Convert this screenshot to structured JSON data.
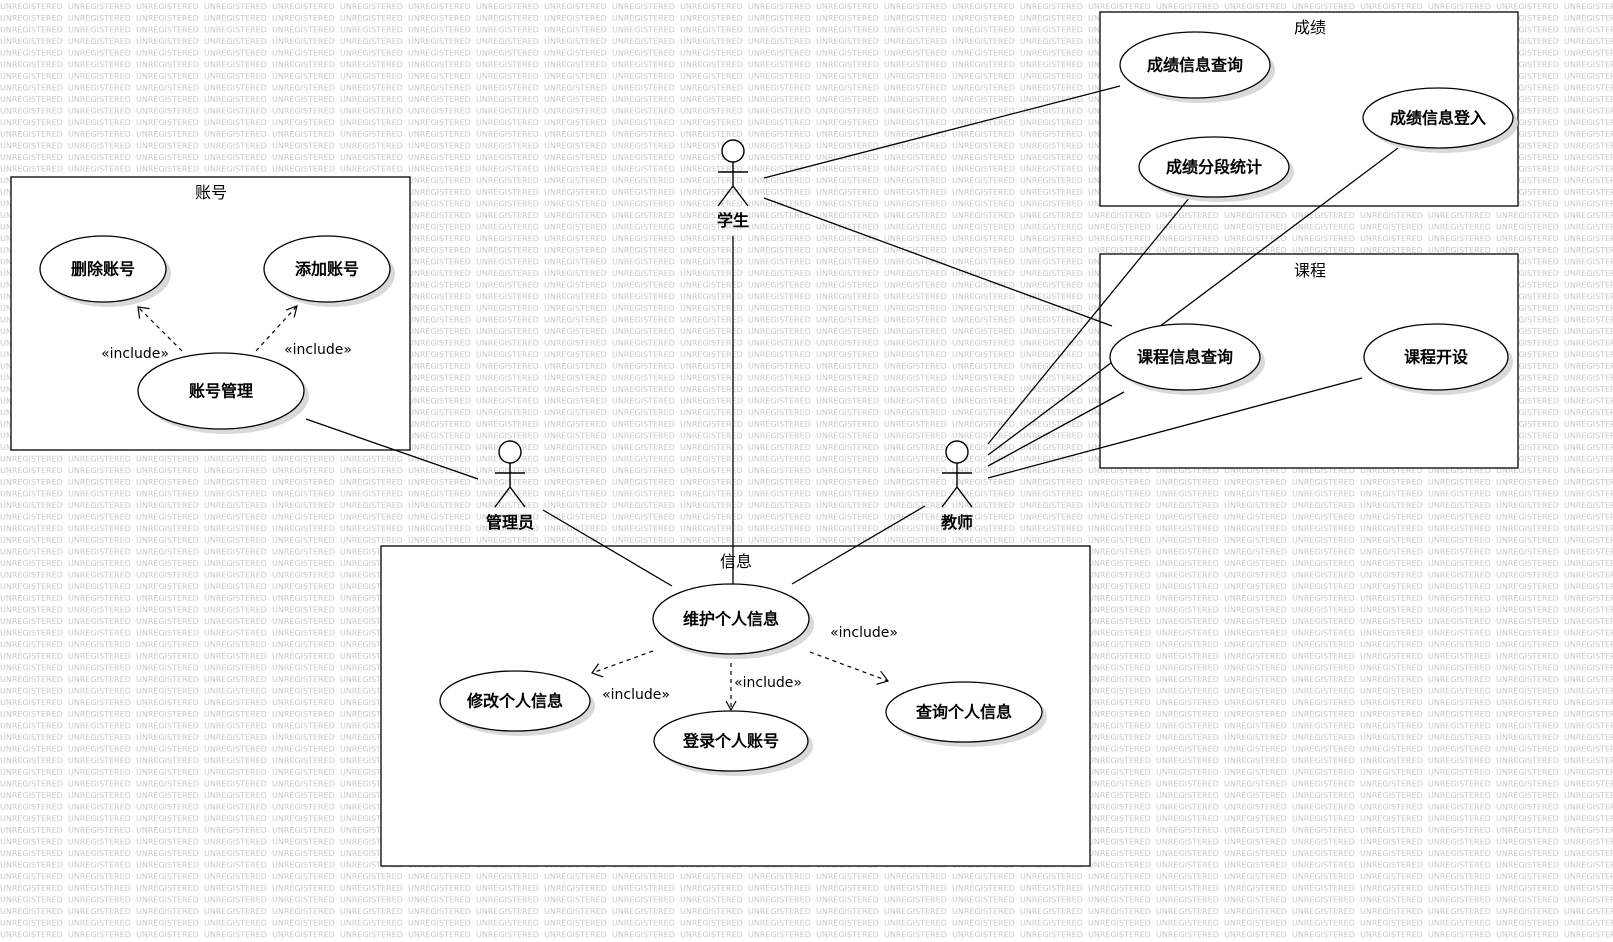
{
  "watermark": {
    "text": "UNREGISTERED",
    "color": "#c8c8c8"
  },
  "packages": {
    "chengji": "成绩",
    "kecheng": "课程",
    "zhanghao": "账号",
    "xinxi": "信息"
  },
  "usecases": {
    "score_query": "成绩信息查询",
    "score_entry": "成绩信息登入",
    "score_stats": "成绩分段统计",
    "course_query": "课程信息查询",
    "course_open": "课程开设",
    "delete_account": "删除账号",
    "add_account": "添加账号",
    "account_manage": "账号管理",
    "maintain_info": "维护个人信息",
    "modify_info": "修改个人信息",
    "login_account": "登录个人账号",
    "query_info": "查询个人信息"
  },
  "actors": {
    "student": "学生",
    "admin": "管理员",
    "teacher": "教师"
  },
  "stereotypes": {
    "acct_delete": "«include»",
    "acct_add": "«include»",
    "info_query": "«include»",
    "info_modify": "«include»",
    "info_login": "«include»"
  }
}
